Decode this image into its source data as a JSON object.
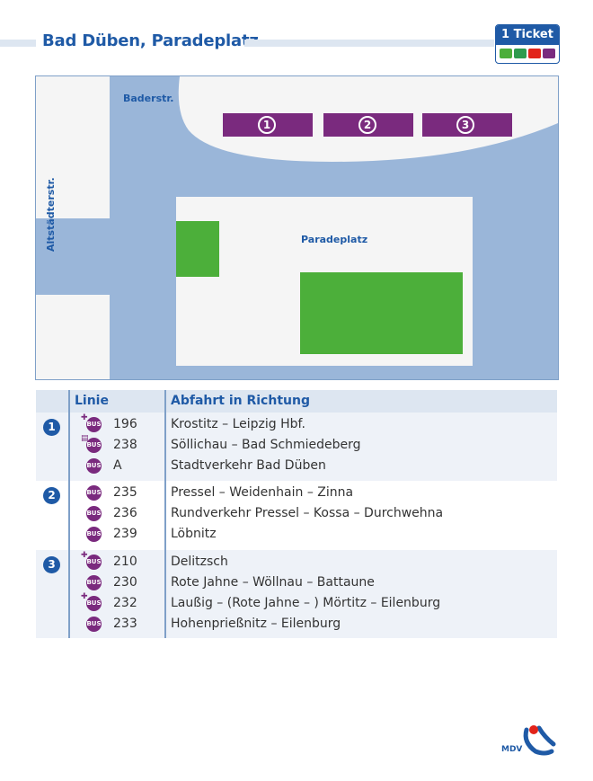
{
  "header": {
    "title": "Bad Düben, Paradeplatz",
    "ticket_label": "1 Ticket"
  },
  "map": {
    "labels": {
      "baderstr": "Baderstr.",
      "altstaedterstr": "Altstädterstr.",
      "paradeplatz": "Paradeplatz"
    },
    "stops": [
      "1",
      "2",
      "3"
    ],
    "colors": {
      "street": "#9ab6d9",
      "block": "#f5f5f5",
      "green": "#4caf3a",
      "stop": "#7a2a7e"
    }
  },
  "table": {
    "col_linie": "Linie",
    "col_richtung": "Abfahrt in Richtung",
    "groups": [
      {
        "stop": "1",
        "rows": [
          {
            "line": "196",
            "dest": "Krostitz – Leipzig Hbf.",
            "flag": "plus"
          },
          {
            "line": "238",
            "dest": "Söllichau – Bad Schmiedeberg",
            "flag": "calendar"
          },
          {
            "line": "A",
            "dest": "Stadtverkehr Bad Düben",
            "flag": ""
          }
        ]
      },
      {
        "stop": "2",
        "rows": [
          {
            "line": "235",
            "dest": "Pressel – Weidenhain – Zinna",
            "flag": ""
          },
          {
            "line": "236",
            "dest": "Rundverkehr Pressel – Kossa – Durchwehna",
            "flag": ""
          },
          {
            "line": "239",
            "dest": "Löbnitz",
            "flag": ""
          }
        ]
      },
      {
        "stop": "3",
        "rows": [
          {
            "line": "210",
            "dest": "Delitzsch",
            "flag": "plus"
          },
          {
            "line": "230",
            "dest": "Rote Jahne – Wöllnau – Battaune",
            "flag": ""
          },
          {
            "line": "232",
            "dest": "Laußig – (Rote Jahne – ) Mörtitz – Eilenburg",
            "flag": "plus"
          },
          {
            "line": "233",
            "dest": "Hohenprießnitz – Eilenburg",
            "flag": ""
          }
        ]
      }
    ]
  },
  "footer": {
    "logo_text": "MDV"
  }
}
